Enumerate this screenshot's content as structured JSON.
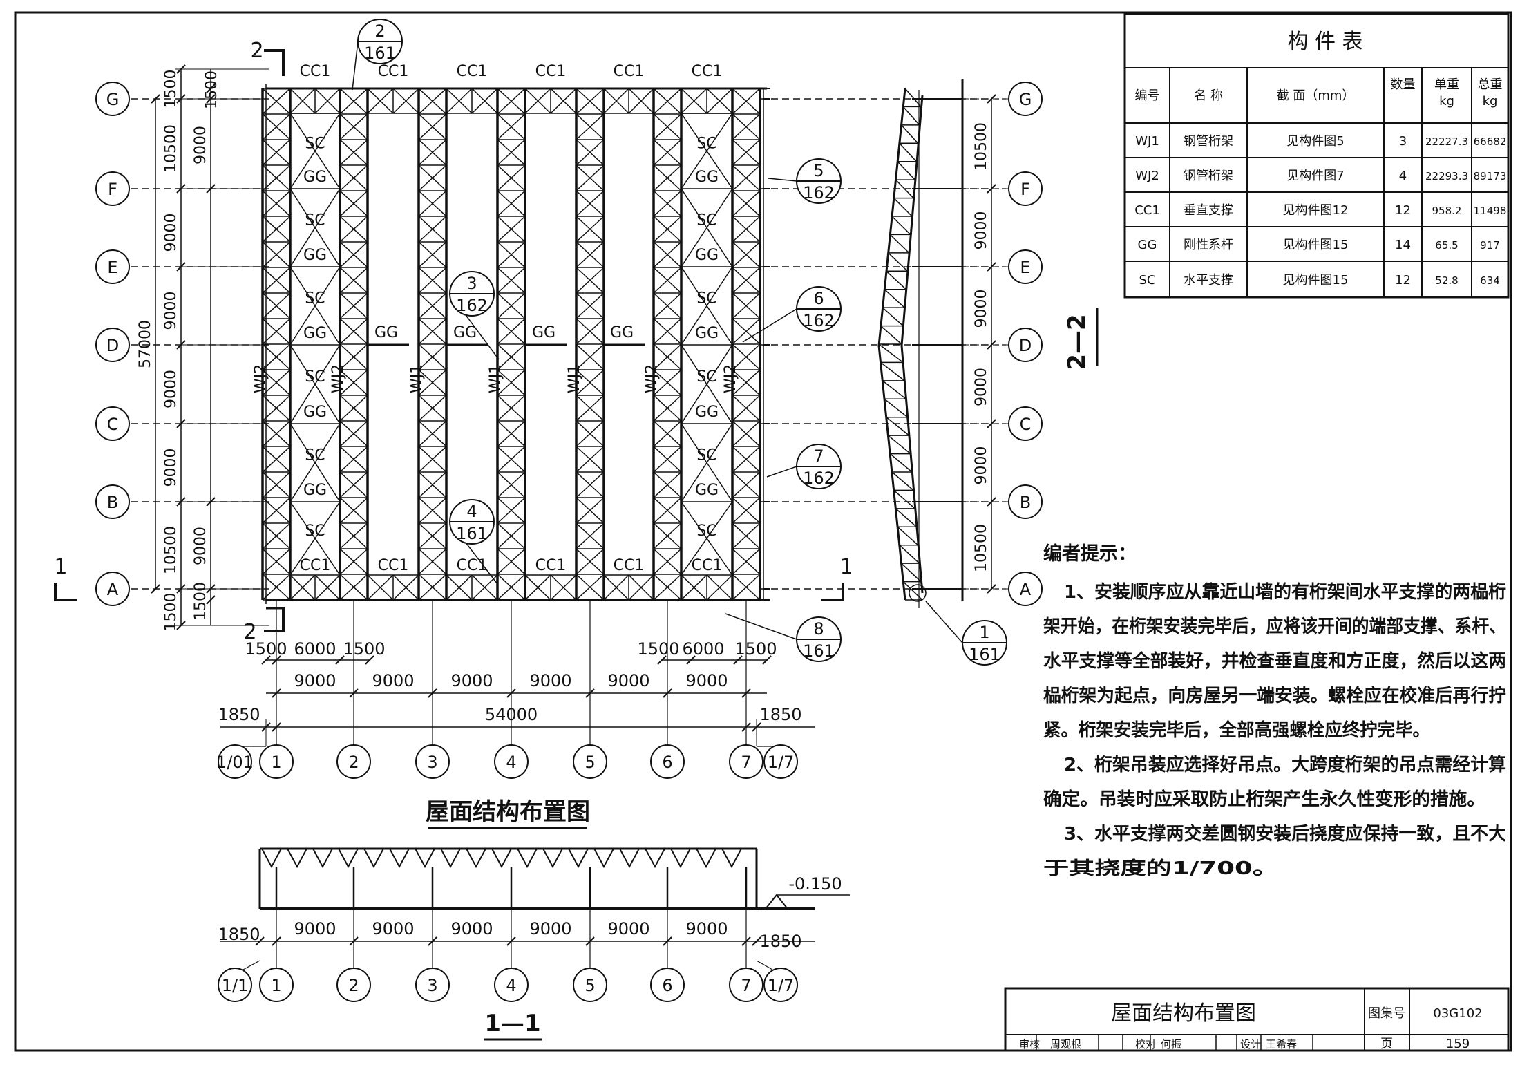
{
  "plan": {
    "title": "屋面结构布置图",
    "grid_cols": [
      "1/01",
      "1",
      "2",
      "3",
      "4",
      "5",
      "6",
      "7",
      "1/7"
    ],
    "grid_rows": [
      "G",
      "F",
      "E",
      "D",
      "C",
      "B",
      "A"
    ],
    "spans_x": [
      "9000",
      "9000",
      "9000",
      "9000",
      "9000",
      "9000"
    ],
    "total_x": "54000",
    "edge_x": "1850",
    "top_dims_left": [
      "1500",
      "6000",
      "1500"
    ],
    "top_dims_right": [
      "1500",
      "6000",
      "1500"
    ],
    "dims_y_outer": [
      "1500",
      "10500",
      "9000",
      "9000",
      "9000",
      "9000",
      "10500",
      "1500"
    ],
    "dims_y_inner": [
      "1500",
      "9000",
      "9000",
      "1500"
    ],
    "total_y": "57000",
    "section_1": "1",
    "section_2": "2",
    "truss_labels": [
      "WJ2",
      "WJ2",
      "WJ1",
      "WJ1",
      "WJ1",
      "WJ2",
      "WJ2"
    ],
    "cc_label": "CC1",
    "gg_label": "GG",
    "sc_label": "SC",
    "callouts": [
      {
        "num": "2",
        "den": "161"
      },
      {
        "num": "5",
        "den": "162"
      },
      {
        "num": "3",
        "den": "162"
      },
      {
        "num": "6",
        "den": "162"
      },
      {
        "num": "7",
        "den": "162"
      },
      {
        "num": "4",
        "den": "161"
      },
      {
        "num": "8",
        "den": "161"
      },
      {
        "num": "1",
        "den": "161"
      }
    ]
  },
  "section11": {
    "title": "1—1",
    "elevation": "-0.150",
    "spans": [
      "9000",
      "9000",
      "9000",
      "9000",
      "9000",
      "9000"
    ],
    "edge": "1850",
    "cols": [
      "1/1",
      "1",
      "2",
      "3",
      "4",
      "5",
      "6",
      "7",
      "1/7"
    ]
  },
  "section22": {
    "title": "2—2",
    "dims": [
      "10500",
      "9000",
      "9000",
      "9000",
      "9000",
      "10500"
    ],
    "rows": [
      "G",
      "F",
      "E",
      "D",
      "C",
      "B",
      "A"
    ]
  },
  "member_table": {
    "title": "构 件 表",
    "headers": [
      "编号",
      "名 称",
      "截 面（mm）",
      "数量",
      "单重 kg",
      "总重 kg"
    ],
    "rows": [
      [
        "WJ1",
        "钢管桁架",
        "见构件图5",
        "3",
        "22227.3",
        "66682"
      ],
      [
        "WJ2",
        "钢管桁架",
        "见构件图7",
        "4",
        "22293.3",
        "89173"
      ],
      [
        "CC1",
        "垂直支撑",
        "见构件图12",
        "12",
        "958.2",
        "11498"
      ],
      [
        "GG",
        "刚性系杆",
        "见构件图15",
        "14",
        "65.5",
        "917"
      ],
      [
        "SC",
        "水平支撑",
        "见构件图15",
        "12",
        "52.8",
        "634"
      ]
    ]
  },
  "notes": {
    "heading": "编者提示：",
    "lines": [
      "1、安装顺序应从靠近山墙的有桁架间水平支撑的两榀桁",
      "架开始，在桁架安装完毕后，应将该开间的端部支撑、系杆、",
      "水平支撑等全部装好，并检查垂直度和方正度，然后以这两",
      "榀桁架为起点，向房屋另一端安装。螺栓应在校准后再行拧",
      "紧。桁架安装完毕后，全部高强螺栓应终拧完毕。",
      "2、桁架吊装应选择好吊点。大跨度桁架的吊点需经计算",
      "确定。吊装时应采取防止桁架产生永久性变形的措施。",
      "3、水平支撑两交差圆钢安装后挠度应保持一致，且不大",
      "于其挠度的1/700。"
    ]
  },
  "title_block": {
    "title": "屋面结构布置图",
    "atlas_label": "图集号",
    "atlas_no": "03G102",
    "page_label": "页",
    "page_no": "159",
    "roles": [
      "审核",
      "周观根",
      "校对",
      "何振",
      "设计",
      "王希春"
    ]
  }
}
